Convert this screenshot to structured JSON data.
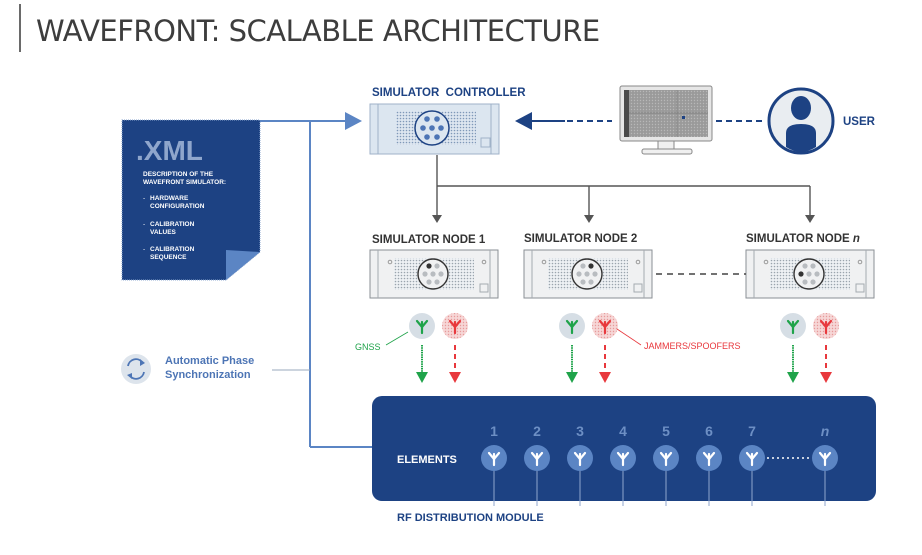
{
  "title": "WAVEFRONT: SCALABLE ARCHITECTURE",
  "colors": {
    "navy": "#1d4283",
    "mid_blue": "#5b85c4",
    "gnss_green": "#1fa34a",
    "jammer_red": "#e8383d",
    "gray_line": "#555555"
  },
  "xml_doc": {
    "heading": ".XML",
    "description": "DESCRIPTION OF THE WAVEFRONT SIMULATOR:",
    "description_line1": "DESCRIPTION OF THE",
    "description_line2": "WAVEFRONT SIMULATOR:",
    "items": [
      {
        "line1": "HARDWARE",
        "line2": "CONFIGURATION"
      },
      {
        "line1": "CALIBRATION",
        "line2": "VALUES"
      },
      {
        "line1": "CALIBRATION",
        "line2": "SEQUENCE"
      }
    ],
    "bullet": "-"
  },
  "controller": {
    "label": "SIMULATOR  CONTROLLER"
  },
  "user": {
    "label": "USER"
  },
  "nodes": [
    {
      "label_prefix": "SIMULATOR NODE ",
      "label_suffix": "1"
    },
    {
      "label_prefix": "SIMULATOR NODE ",
      "label_suffix": "2"
    },
    {
      "label_prefix": "SIMULATOR NODE ",
      "label_suffix": "n"
    }
  ],
  "signals": {
    "gnss_label": "GNSS",
    "jammer_label": "JAMMERS/SPOOFERS"
  },
  "phase_sync": {
    "line1": "Automatic Phase",
    "line2": "Synchronization"
  },
  "rf_module": {
    "elements_label": "ELEMENTS",
    "element_numbers": [
      "1",
      "2",
      "3",
      "4",
      "5",
      "6",
      "7",
      "n"
    ],
    "footer_label": "RF DISTRIBUTION MODULE"
  }
}
